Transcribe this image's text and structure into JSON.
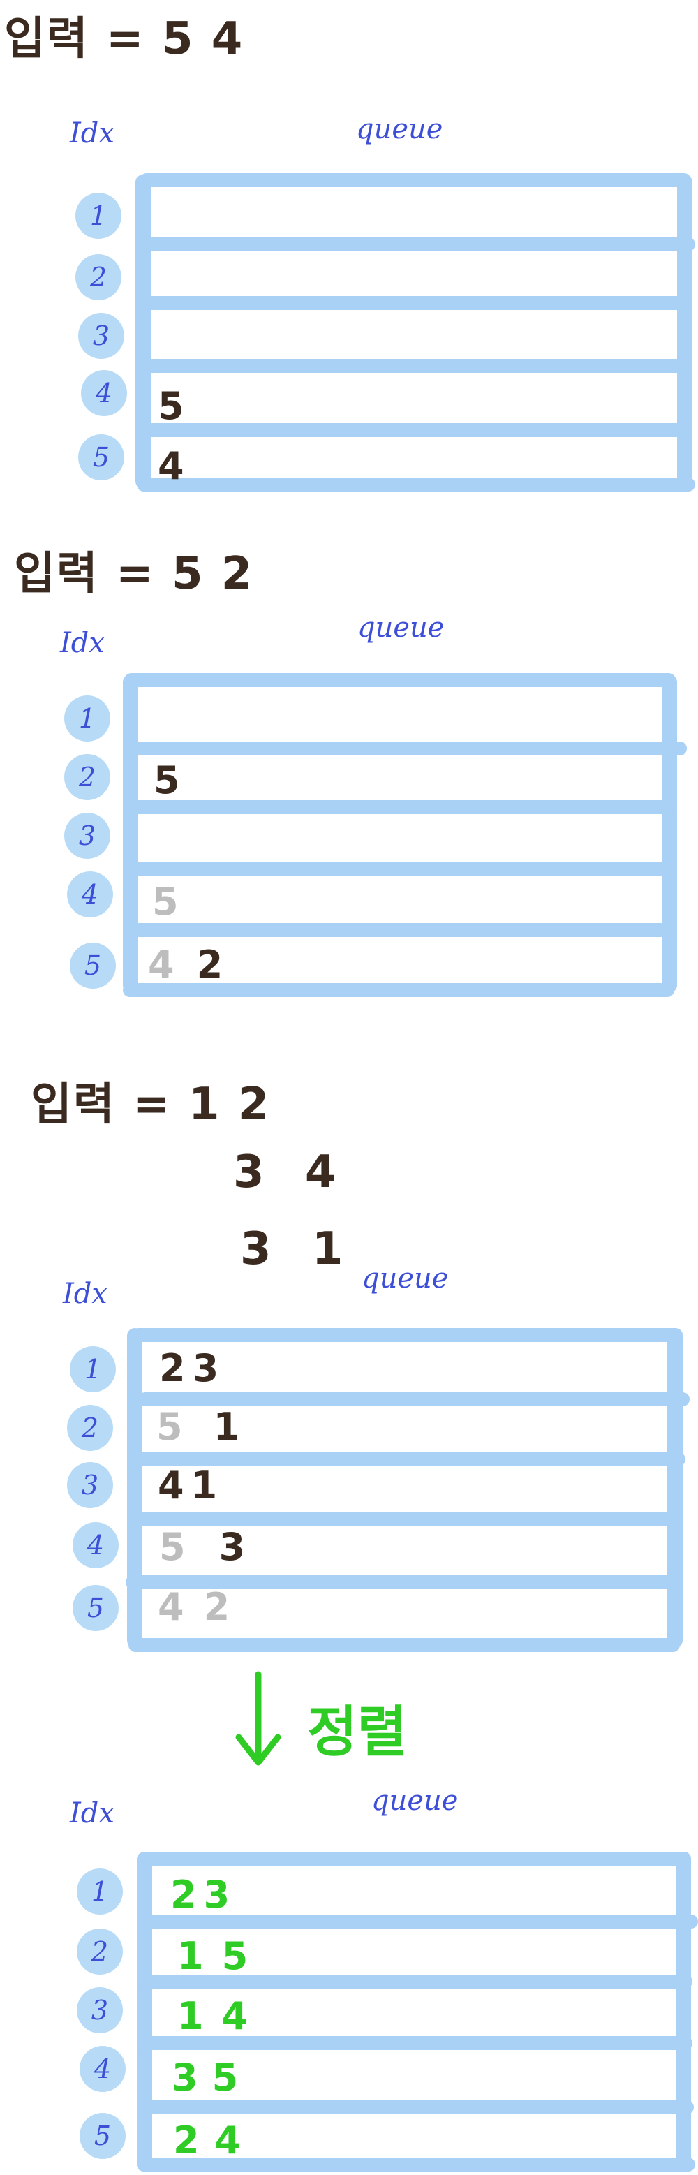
{
  "sections": [
    {
      "input_label": "입력 = 5 4",
      "idx_label": "Idx",
      "queue_label": "queue",
      "rows": [
        {
          "idx": "1",
          "items": []
        },
        {
          "idx": "2",
          "items": []
        },
        {
          "idx": "3",
          "items": []
        },
        {
          "idx": "4",
          "items": [
            {
              "text": "5",
              "style": "ink"
            }
          ]
        },
        {
          "idx": "5",
          "items": [
            {
              "text": "4",
              "style": "ink"
            }
          ]
        }
      ]
    },
    {
      "input_label": "입력 = 5 2",
      "idx_label": "Idx",
      "queue_label": "queue",
      "rows": [
        {
          "idx": "1",
          "items": []
        },
        {
          "idx": "2",
          "items": [
            {
              "text": "5",
              "style": "ink"
            }
          ]
        },
        {
          "idx": "3",
          "items": []
        },
        {
          "idx": "4",
          "items": [
            {
              "text": "5",
              "style": "faded"
            }
          ]
        },
        {
          "idx": "5",
          "items": [
            {
              "text": "4",
              "style": "faded"
            },
            {
              "text": "2",
              "style": "ink"
            }
          ]
        }
      ]
    },
    {
      "input_label": "입력 = 1 2",
      "input_extra": [
        "3 4",
        "3 1"
      ],
      "idx_label": "Idx",
      "queue_label": "queue",
      "rows": [
        {
          "idx": "1",
          "items": [
            {
              "text": "2",
              "style": "ink"
            },
            {
              "text": "3",
              "style": "ink"
            }
          ]
        },
        {
          "idx": "2",
          "items": [
            {
              "text": "5",
              "style": "faded"
            },
            {
              "text": "1",
              "style": "ink"
            }
          ]
        },
        {
          "idx": "3",
          "items": [
            {
              "text": "4",
              "style": "ink"
            },
            {
              "text": "1",
              "style": "ink"
            }
          ]
        },
        {
          "idx": "4",
          "items": [
            {
              "text": "5",
              "style": "faded"
            },
            {
              "text": "3",
              "style": "ink"
            }
          ]
        },
        {
          "idx": "5",
          "items": [
            {
              "text": "4",
              "style": "faded"
            },
            {
              "text": "2",
              "style": "faded"
            }
          ]
        }
      ]
    },
    {
      "sort_label": "정렬",
      "idx_label": "Idx",
      "queue_label": "queue",
      "rows": [
        {
          "idx": "1",
          "items": [
            {
              "text": "2",
              "style": "green"
            },
            {
              "text": "3",
              "style": "green"
            }
          ]
        },
        {
          "idx": "2",
          "items": [
            {
              "text": "1",
              "style": "green"
            },
            {
              "text": "5",
              "style": "green"
            }
          ]
        },
        {
          "idx": "3",
          "items": [
            {
              "text": "1",
              "style": "green"
            },
            {
              "text": "4",
              "style": "green"
            }
          ]
        },
        {
          "idx": "4",
          "items": [
            {
              "text": "3",
              "style": "green"
            },
            {
              "text": "5",
              "style": "green"
            }
          ]
        },
        {
          "idx": "5",
          "items": [
            {
              "text": "2",
              "style": "green"
            },
            {
              "text": "4",
              "style": "green"
            }
          ]
        }
      ]
    }
  ],
  "colors": {
    "queue_bar": "#a9d0f5",
    "idx_circle": "#b7dbf7",
    "label_blue": "#3d4fd6",
    "ink": "#3a2a1f",
    "faded": "#bdbdbd",
    "sorted_green": "#2ecc25"
  }
}
